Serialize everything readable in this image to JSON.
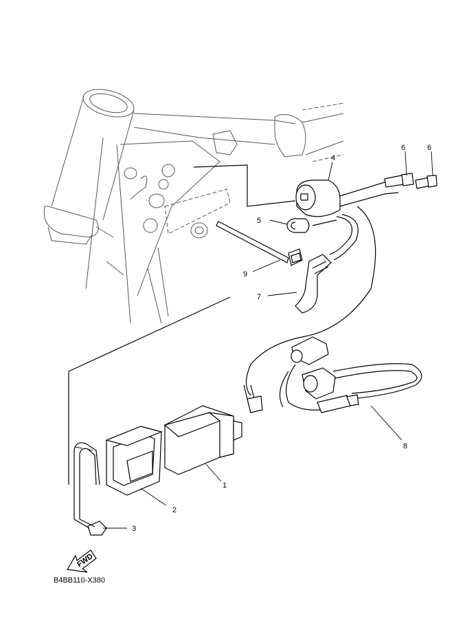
{
  "callouts": [
    {
      "id": "1",
      "text": "1"
    },
    {
      "id": "2",
      "text": "2"
    },
    {
      "id": "3",
      "text": "3"
    },
    {
      "id": "4",
      "text": "4"
    },
    {
      "id": "5",
      "text": "5"
    },
    {
      "id": "6a",
      "text": "6"
    },
    {
      "id": "6b",
      "text": "6"
    },
    {
      "id": "7",
      "text": "7"
    },
    {
      "id": "8",
      "text": "8"
    },
    {
      "id": "9",
      "text": "9"
    }
  ],
  "fwd_label": "FWD",
  "diagram_code": "B4BB110-X380"
}
